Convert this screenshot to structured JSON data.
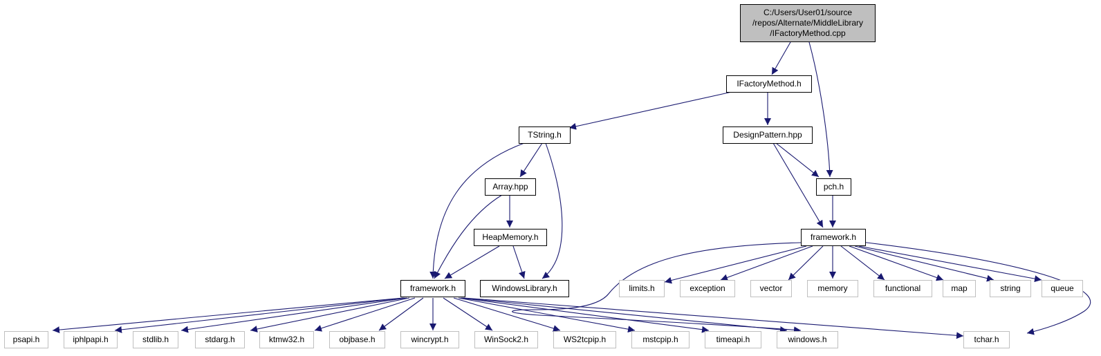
{
  "colors": {
    "edge": "#191970",
    "node_border": "#000000",
    "system_border": "#bfbfbf",
    "root_fill": "#bfbfbf"
  },
  "nodes": {
    "root": {
      "lines": [
        "C:/Users/User01/source",
        "/repos/Alternate/MiddleLibrary",
        "/IFactoryMethod.cpp"
      ]
    },
    "ifactory_h": {
      "label": "IFactoryMethod.h"
    },
    "tstring_h": {
      "label": "TString.h"
    },
    "designpattern_hpp": {
      "label": "DesignPattern.hpp"
    },
    "array_hpp": {
      "label": "Array.hpp"
    },
    "pch_h": {
      "label": "pch.h"
    },
    "heapmemory_h": {
      "label": "HeapMemory.h"
    },
    "framework_h_right": {
      "label": "framework.h"
    },
    "framework_h_left": {
      "label": "framework.h"
    },
    "windowslibrary_h": {
      "label": "WindowsLibrary.h"
    },
    "limits_h": {
      "label": "limits.h"
    },
    "exception": {
      "label": "exception"
    },
    "vector": {
      "label": "vector"
    },
    "memory": {
      "label": "memory"
    },
    "functional": {
      "label": "functional"
    },
    "map": {
      "label": "map"
    },
    "string": {
      "label": "string"
    },
    "queue": {
      "label": "queue"
    },
    "psapi_h": {
      "label": "psapi.h"
    },
    "iphlpapi_h": {
      "label": "iphlpapi.h"
    },
    "stdlib_h": {
      "label": "stdlib.h"
    },
    "stdarg_h": {
      "label": "stdarg.h"
    },
    "ktmw32_h": {
      "label": "ktmw32.h"
    },
    "objbase_h": {
      "label": "objbase.h"
    },
    "wincrypt_h": {
      "label": "wincrypt.h"
    },
    "winsock2_h": {
      "label": "WinSock2.h"
    },
    "ws2tcpip_h": {
      "label": "WS2tcpip.h"
    },
    "mstcpip_h": {
      "label": "mstcpip.h"
    },
    "timeapi_h": {
      "label": "timeapi.h"
    },
    "windows_h": {
      "label": "windows.h"
    },
    "tchar_h": {
      "label": "tchar.h"
    }
  }
}
